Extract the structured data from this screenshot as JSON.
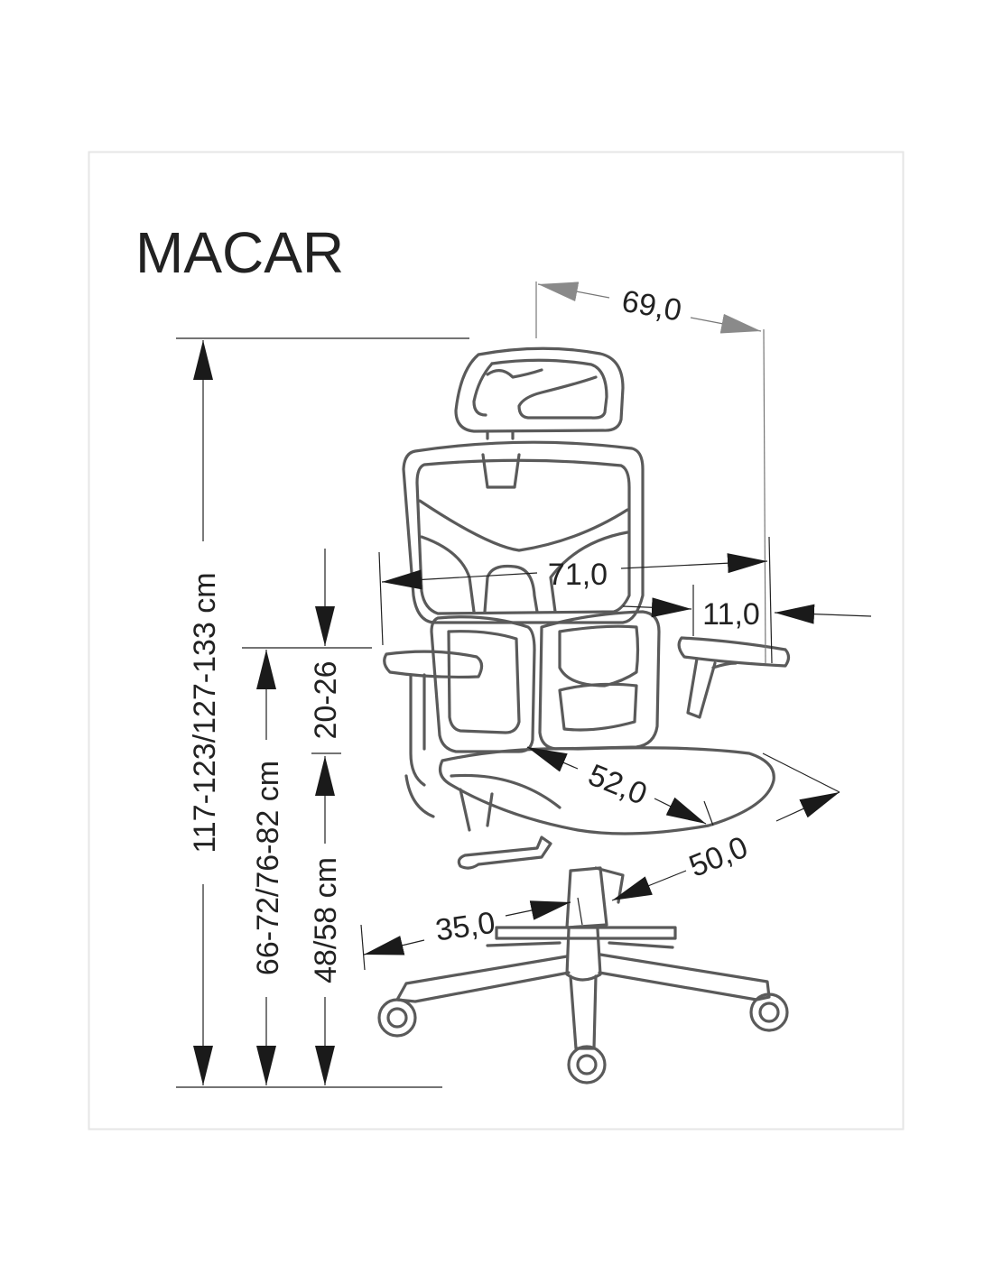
{
  "title": "MACAR",
  "dimensions": {
    "total_height": "117-123/127-133 cm",
    "armrest_height": "66-72/76-82 cm",
    "armrest_adjust": "20-26",
    "seat_height": "48/58 cm",
    "depth": "69,0",
    "width": "71,0",
    "armrest_width": "11,0",
    "seat_depth": "52,0",
    "seat_width": "50,0",
    "base_radius": "35,0"
  },
  "colors": {
    "line": "#5a5a5a",
    "arrow": "#1a1a1a",
    "frame": "#e6e6e6"
  }
}
